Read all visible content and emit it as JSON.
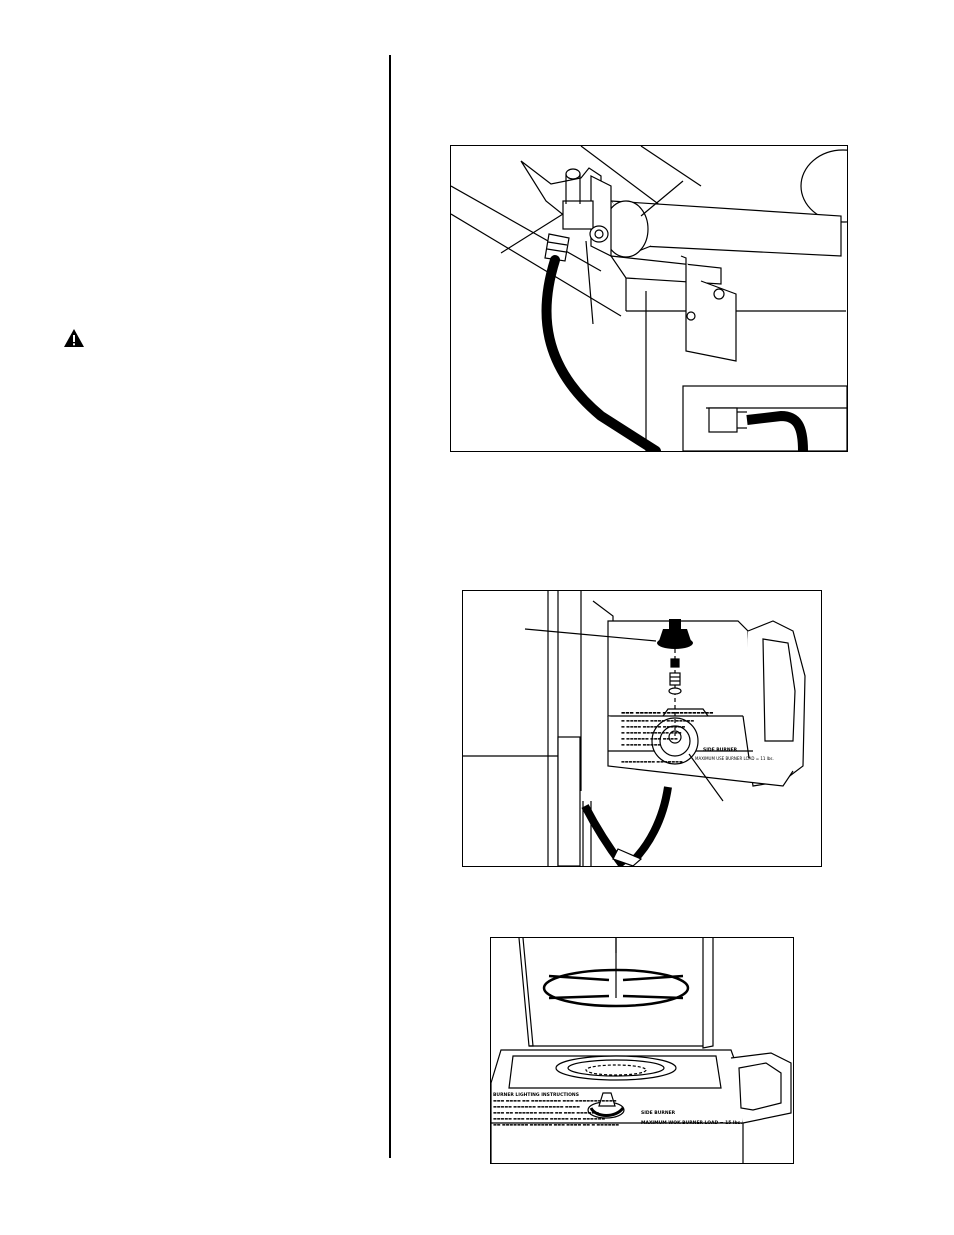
{
  "page": {
    "warning_icon": "warning-triangle-icon"
  },
  "figures": [
    {
      "id": "fig1",
      "subject": "side-burner-valve-hose-connection"
    },
    {
      "id": "fig2",
      "subject": "side-burner-control-knob-installation"
    },
    {
      "id": "fig3",
      "subject": "side-burner-grate-and-lid"
    }
  ],
  "label_art": {
    "fig2_panel_heading": "SIDE BURNER",
    "fig2_panel_max": "MAXIMUM USE BURNER LOAD = 11 lbs.",
    "fig3_panel_heading": "SIDE BURNER",
    "fig3_panel_max": "MAXIMUM WOK BURNER LOAD = 15 lbs.",
    "fig3_instructions_heading": "BURNER LIGHTING INSTRUCTIONS"
  }
}
